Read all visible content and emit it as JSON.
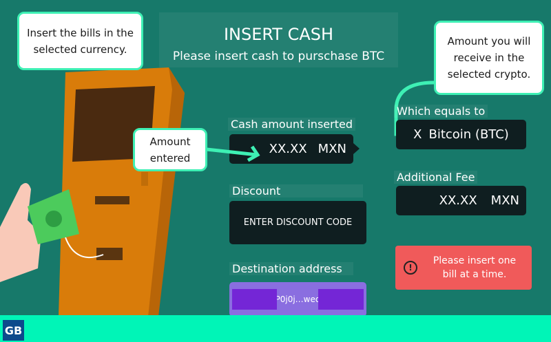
{
  "header": {
    "title": "INSERT CASH",
    "subtitle": "Please insert cash to purschase BTC"
  },
  "callouts": {
    "insert_bills": "Insert the bills in the selected currency.",
    "amount_entered": "Amount entered",
    "amount_receive": "Amount you will receive in the selected crypto."
  },
  "cash": {
    "label": "Cash amount inserted",
    "amount": "XX.XX",
    "currency": "MXN"
  },
  "discount": {
    "label": "Discount",
    "button": "ENTER DISCOUNT CODE"
  },
  "destination": {
    "label": "Destination address",
    "value": "P0j0j…weq"
  },
  "equals": {
    "label": "Which equals to",
    "amount": "X",
    "crypto": "Bitcoin (BTC)"
  },
  "fee": {
    "label": "Additional Fee",
    "amount": "XX.XX",
    "currency": "MXN"
  },
  "alert": {
    "text": "Please insert one bill at a time."
  },
  "logo": {
    "text": "GB"
  },
  "colors": {
    "background": "#17796a",
    "accent": "#00f5b7",
    "alert": "#f05a5a",
    "address": "#8a6ee0"
  }
}
